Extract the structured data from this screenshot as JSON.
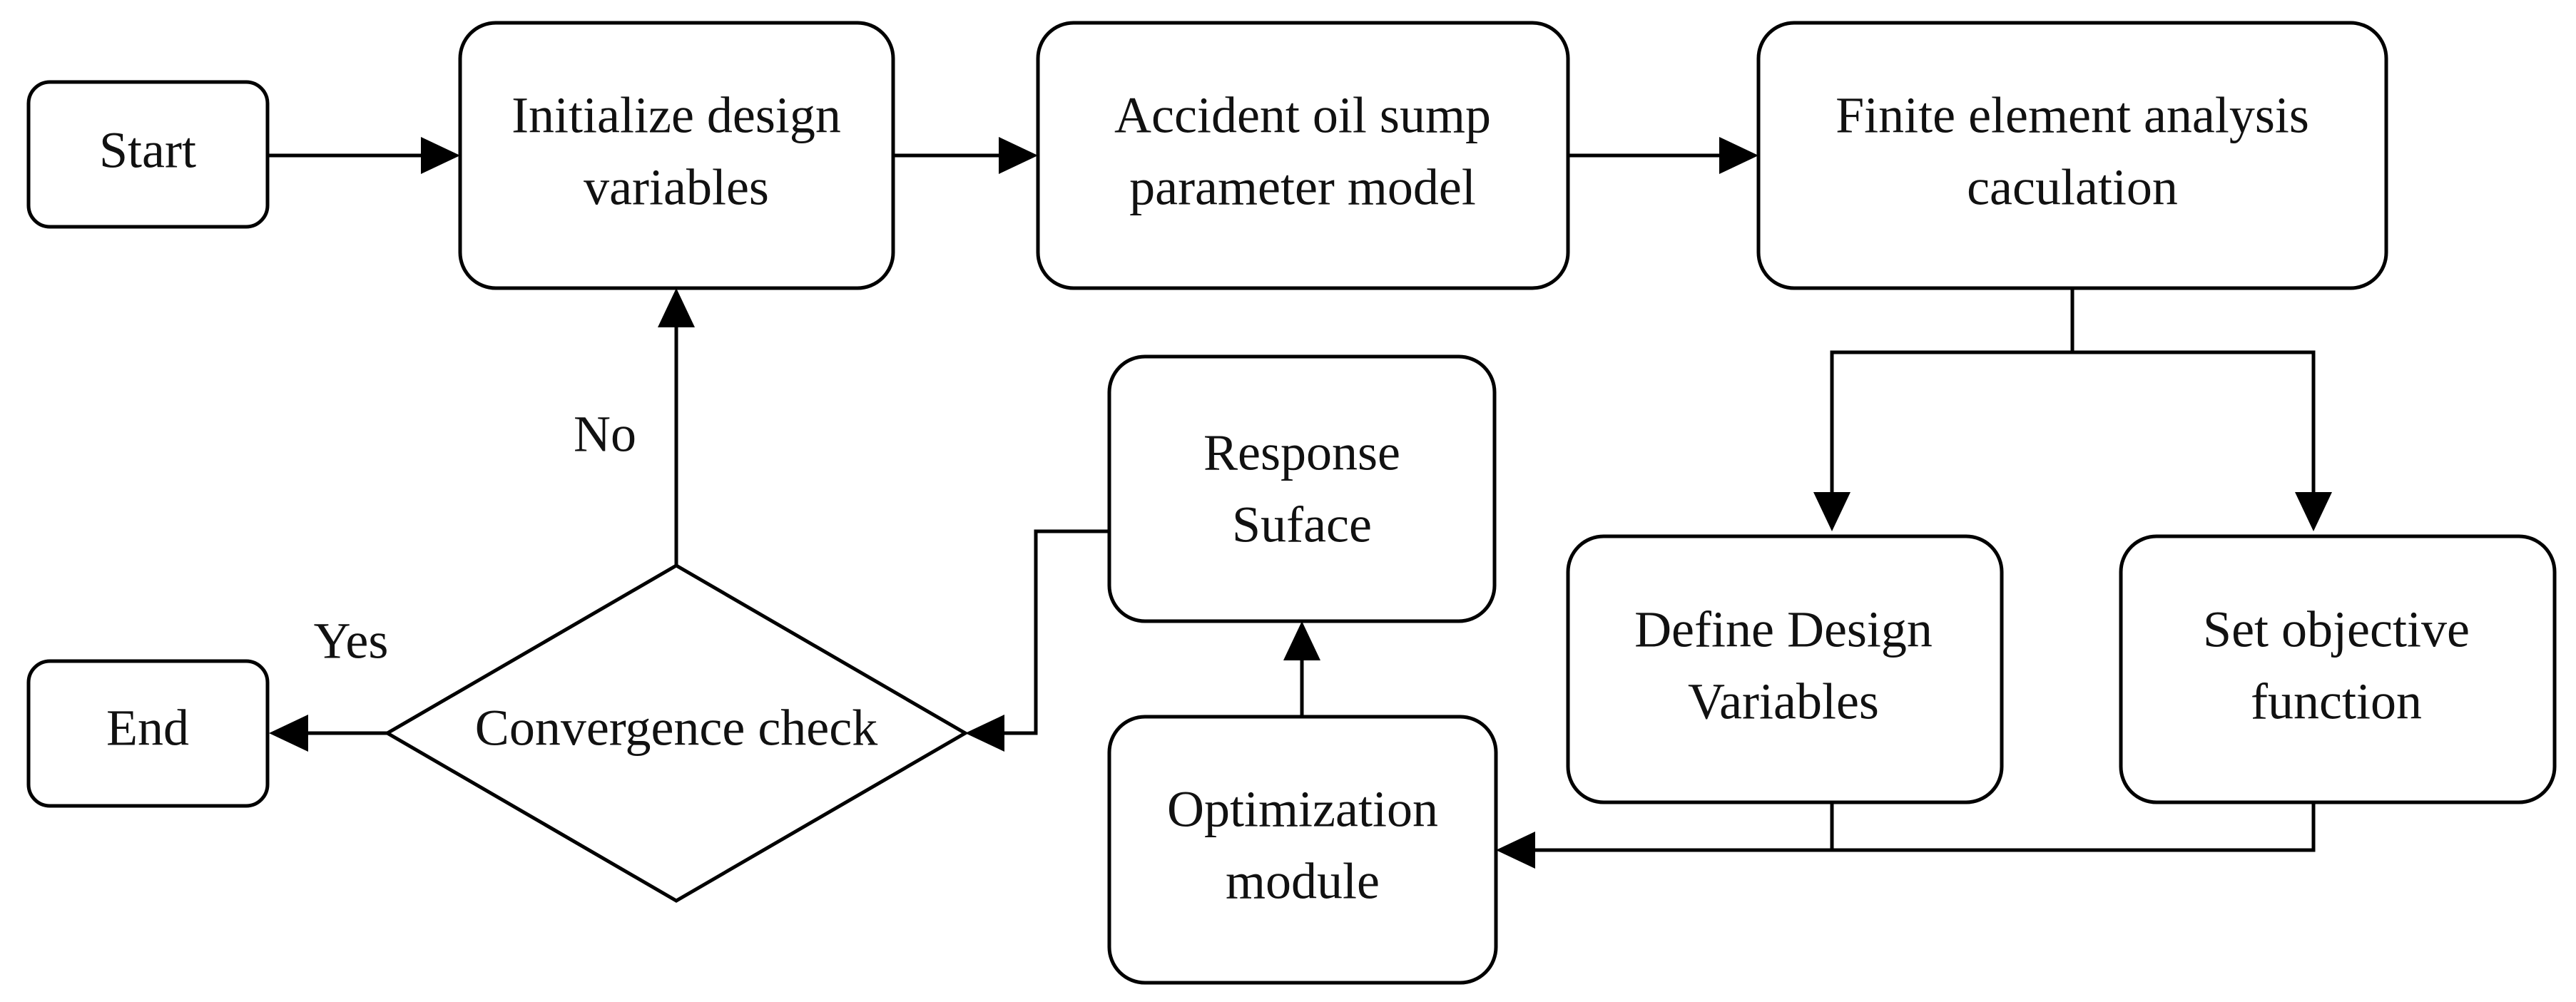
{
  "diagram": {
    "nodes": {
      "start": {
        "lines": [
          "Start"
        ]
      },
      "initialize": {
        "lines": [
          "Initialize design",
          "variables"
        ]
      },
      "model": {
        "lines": [
          "Accident oil sump",
          "parameter model"
        ]
      },
      "fea": {
        "lines": [
          "Finite element analysis",
          "caculation"
        ]
      },
      "response": {
        "lines": [
          "Response",
          "Suface"
        ]
      },
      "define": {
        "lines": [
          "Define Design",
          "Variables"
        ]
      },
      "objective": {
        "lines": [
          "Set  objective",
          "function"
        ]
      },
      "optimization": {
        "lines": [
          "Optimization",
          "module"
        ]
      },
      "convergence": {
        "lines": [
          "Convergence check"
        ]
      },
      "end": {
        "lines": [
          "End"
        ]
      }
    },
    "edges": {
      "no_label": "No",
      "yes_label": "Yes"
    }
  }
}
